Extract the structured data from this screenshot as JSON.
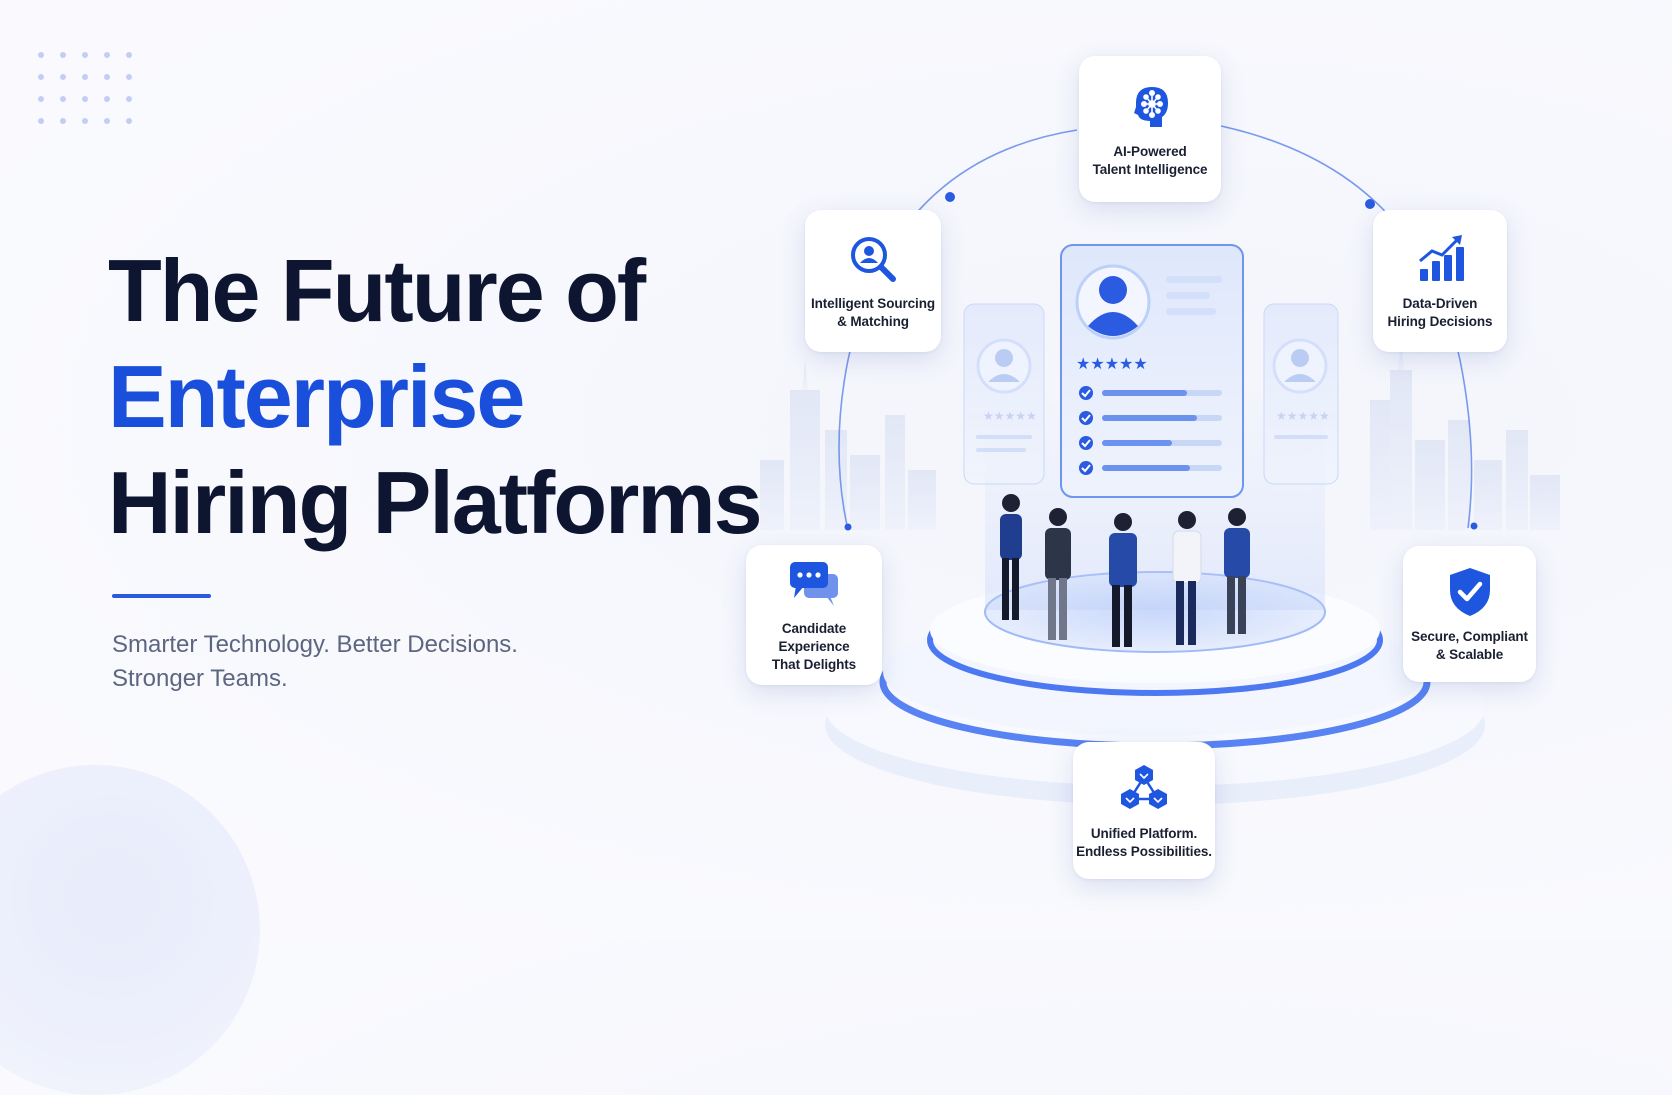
{
  "hero": {
    "title_line1": "The Future of",
    "title_line2": "Enterprise",
    "title_line3": "Hiring Platforms",
    "subtitle_line1": "Smarter Technology. Better Decisions.",
    "subtitle_line2": "Stronger Teams."
  },
  "features": [
    {
      "icon": "brain-network-icon",
      "line1": "AI-Powered",
      "line2": "Talent Intelligence"
    },
    {
      "icon": "magnifier-person-icon",
      "line1": "Intelligent Sourcing",
      "line2": "& Matching"
    },
    {
      "icon": "bar-chart-trend-icon",
      "line1": "Data-Driven",
      "line2": "Hiring Decisions"
    },
    {
      "icon": "chat-bubbles-icon",
      "line1": "Candidate Experience",
      "line2": "That Delights"
    },
    {
      "icon": "shield-check-icon",
      "line1": "Secure, Compliant",
      "line2": "& Scalable"
    },
    {
      "icon": "connected-cubes-icon",
      "line1": "Unified Platform.",
      "line2": "Endless Possibilities."
    }
  ],
  "profile_card": {
    "stars": "★★★★★"
  },
  "colors": {
    "accent": "#1a4fdc",
    "title": "#0d1530",
    "subtitle": "#5d6681",
    "icon_blue": "#1e56e0"
  }
}
